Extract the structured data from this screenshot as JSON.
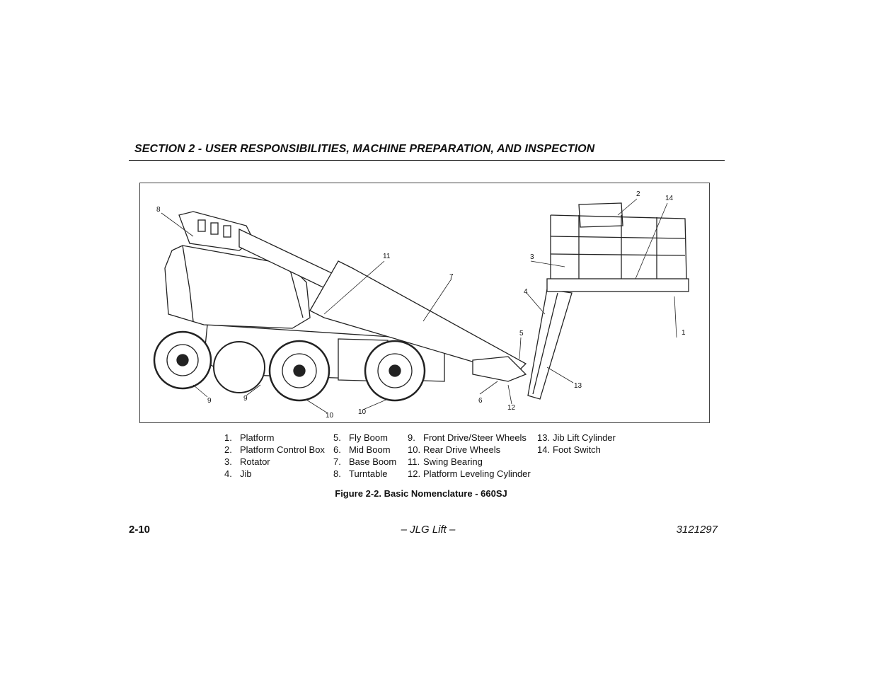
{
  "header": {
    "section_title": "SECTION 2 - USER RESPONSIBILITIES, MACHINE PREPARATION, AND INSPECTION"
  },
  "figure": {
    "callouts": [
      "1",
      "2",
      "3",
      "4",
      "5",
      "6",
      "7",
      "8",
      "9",
      "9",
      "10",
      "10",
      "11",
      "12",
      "13",
      "14"
    ],
    "caption": "Figure 2-2.  Basic Nomenclature - 660SJ"
  },
  "legend": {
    "col1": [
      {
        "num": "1.",
        "label": "Platform"
      },
      {
        "num": "2.",
        "label": "Platform Control Box"
      },
      {
        "num": "3.",
        "label": "Rotator"
      },
      {
        "num": "4.",
        "label": "Jib"
      }
    ],
    "col2": [
      {
        "num": "5.",
        "label": "Fly Boom"
      },
      {
        "num": "6.",
        "label": "Mid Boom"
      },
      {
        "num": "7.",
        "label": "Base Boom"
      },
      {
        "num": "8.",
        "label": "Turntable"
      }
    ],
    "col3": [
      {
        "num": "9.",
        "label": "Front Drive/Steer Wheels"
      },
      {
        "num": "10.",
        "label": "Rear Drive Wheels"
      },
      {
        "num": "11.",
        "label": "Swing Bearing"
      },
      {
        "num": "12.",
        "label": "Platform Leveling Cylinder"
      }
    ],
    "col4": [
      {
        "num": "13.",
        "label": "Jib Lift Cylinder"
      },
      {
        "num": "14.",
        "label": "Foot Switch"
      }
    ]
  },
  "footer": {
    "page_number": "2-10",
    "center_text": "– JLG Lift –",
    "doc_number": "3121297"
  }
}
